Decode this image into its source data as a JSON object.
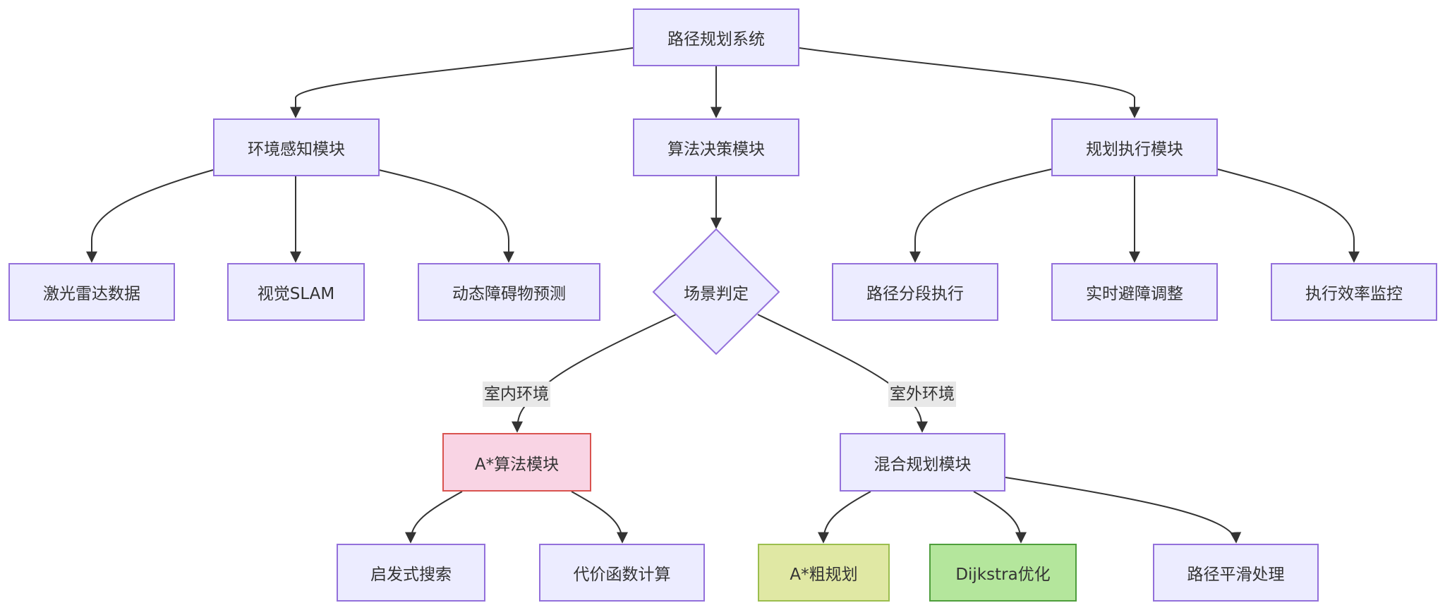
{
  "diagram": {
    "title": "路径规划系统",
    "colors": {
      "default_fill": "#ECECFF",
      "default_border": "#9370DB",
      "astar_fill": "#F9D4E4",
      "astar_border": "#D9534F",
      "coarse_fill": "#E0E8A4",
      "coarse_border": "#9BBE4E",
      "dijkstra_fill": "#B4E69C",
      "dijkstra_border": "#4E9E3C",
      "edge": "#333333",
      "edge_label_bg": "#E8E8E8"
    },
    "nodes": {
      "root": "路径规划系统",
      "env": "环境感知模块",
      "algo": "算法决策模块",
      "exec": "规划执行模块",
      "lidar": "激光雷达数据",
      "vslam": "视觉SLAM",
      "dyn": "动态障碍物预测",
      "scene": "场景判定",
      "seg": "路径分段执行",
      "avoid": "实时避障调整",
      "monitor": "执行效率监控",
      "astar": "A*算法模块",
      "hybrid": "混合规划模块",
      "heur": "启发式搜索",
      "cost": "代价函数计算",
      "coarse": "A*粗规划",
      "dijkstra": "Dijkstra优化",
      "smooth": "路径平滑处理"
    },
    "edge_labels": {
      "indoor": "室内环境",
      "outdoor": "室外环境"
    },
    "edges": [
      [
        "root",
        "env"
      ],
      [
        "root",
        "algo"
      ],
      [
        "root",
        "exec"
      ],
      [
        "env",
        "lidar"
      ],
      [
        "env",
        "vslam"
      ],
      [
        "env",
        "dyn"
      ],
      [
        "algo",
        "scene"
      ],
      [
        "exec",
        "seg"
      ],
      [
        "exec",
        "avoid"
      ],
      [
        "exec",
        "monitor"
      ],
      [
        "scene",
        "astar",
        "indoor"
      ],
      [
        "scene",
        "hybrid",
        "outdoor"
      ],
      [
        "astar",
        "heur"
      ],
      [
        "astar",
        "cost"
      ],
      [
        "hybrid",
        "coarse"
      ],
      [
        "hybrid",
        "dijkstra"
      ],
      [
        "hybrid",
        "smooth"
      ]
    ]
  }
}
